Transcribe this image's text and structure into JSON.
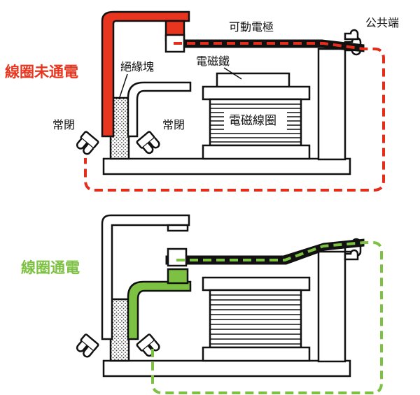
{
  "top": {
    "title": "線圈未通電",
    "title_color": "#e8351f",
    "armature_label": "可動電極",
    "common_label": "公共端",
    "core_label": "電磁鐵",
    "insulator_label": "絕緣塊",
    "nc_label_left": "常閉",
    "nc_label_right": "常閉",
    "coil_label": "電磁線圈",
    "current_path_color": "#e52d1b"
  },
  "bottom": {
    "title": "線圈通電",
    "title_color": "#7dc142",
    "current_path_color": "#7dc142"
  }
}
